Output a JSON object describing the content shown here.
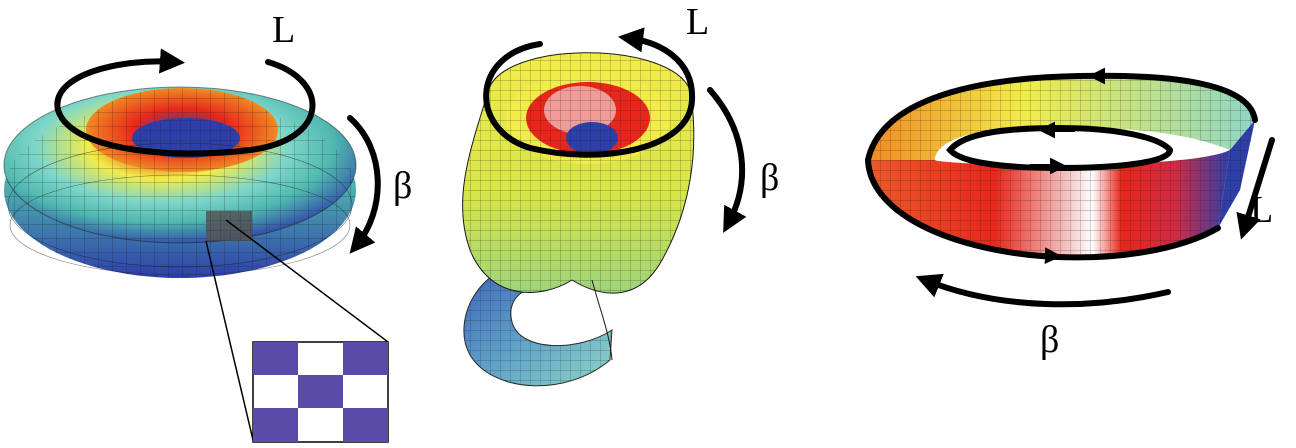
{
  "labels": {
    "torus_loop": "L",
    "torus_meridian": "β",
    "klein_loop": "L",
    "klein_meridian": "β",
    "mobius_loop": "L",
    "mobius_meridian": "β"
  },
  "colors": {
    "red": "#e8271c",
    "orange": "#f08a24",
    "yellow": "#f2ec4a",
    "lime": "#c8e04a",
    "cyan": "#6fd0c4",
    "teal": "#4fb7b0",
    "blue": "#2e3fa8",
    "inset_purple": "#5a4ba8"
  }
}
